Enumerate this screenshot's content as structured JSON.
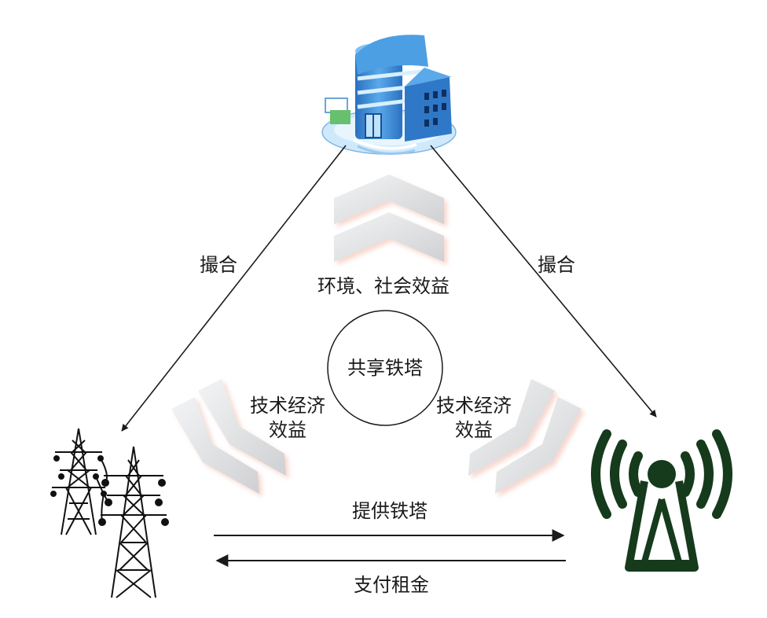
{
  "labels": {
    "match_left": "撮合",
    "match_right": "撮合",
    "env_social_benefit": "环境、社会效益",
    "center": "共享铁塔",
    "tech_econ_left_line1": "技术经济",
    "tech_econ_left_line2": "效益",
    "tech_econ_right_line1": "技术经济",
    "tech_econ_right_line2": "效益",
    "provide_tower": "提供铁塔",
    "pay_rent": "支付租金"
  },
  "colors": {
    "arrow": "#1a1a1a",
    "chevron_fill": "#e4e5e7",
    "chevron_glow": "#f2b8a8",
    "antenna": "#163a1c",
    "building_blue": "#3f8fd8",
    "building_light": "#bfe3fb",
    "tower": "#111111"
  },
  "icons": {
    "top": "office-building-icon",
    "left": "power-transmission-tower-icon",
    "right": "wireless-antenna-tower-icon"
  }
}
